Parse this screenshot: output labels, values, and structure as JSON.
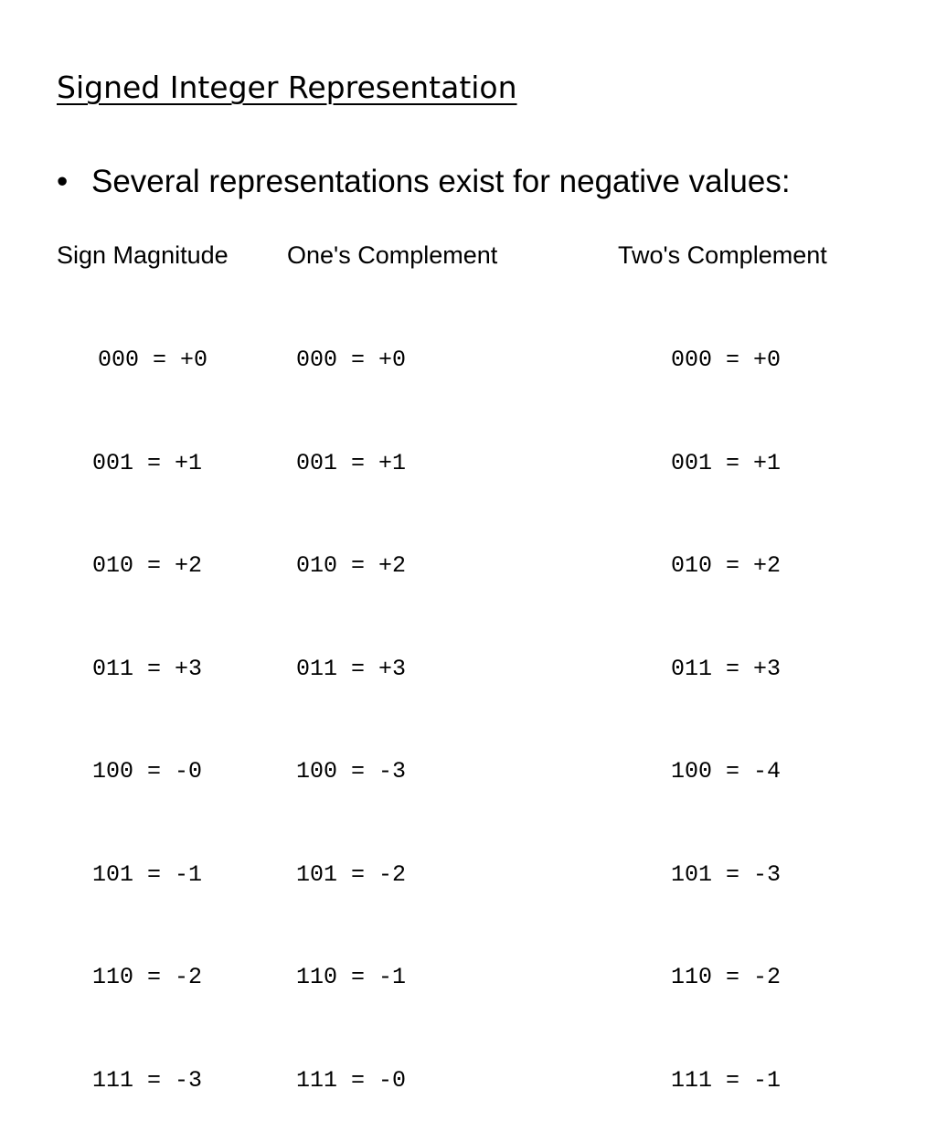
{
  "slide": {
    "title": "Signed Integer Representation",
    "bullet": "•",
    "bullet_text": "Several representations exist for negative values:"
  },
  "table": {
    "columns": [
      {
        "header": "Sign Magnitude",
        "rows": [
          "000 = +0",
          "001 = +1",
          "010 = +2",
          "011 = +3",
          "100 = -0",
          "101 = -1",
          "110 = -2",
          "111 = -3"
        ]
      },
      {
        "header": "One's Complement",
        "rows": [
          "000 = +0",
          "001 = +1",
          "010 = +2",
          "011 = +3",
          "100 = -3",
          "101 = -2",
          "110 = -1",
          "111 = -0"
        ]
      },
      {
        "header": "Two's Complement",
        "rows": [
          "000 = +0",
          "001 = +1",
          "010 = +2",
          "011 = +3",
          "100 = -4",
          "101 = -3",
          "110 = -2",
          "111 = -1"
        ]
      }
    ]
  }
}
